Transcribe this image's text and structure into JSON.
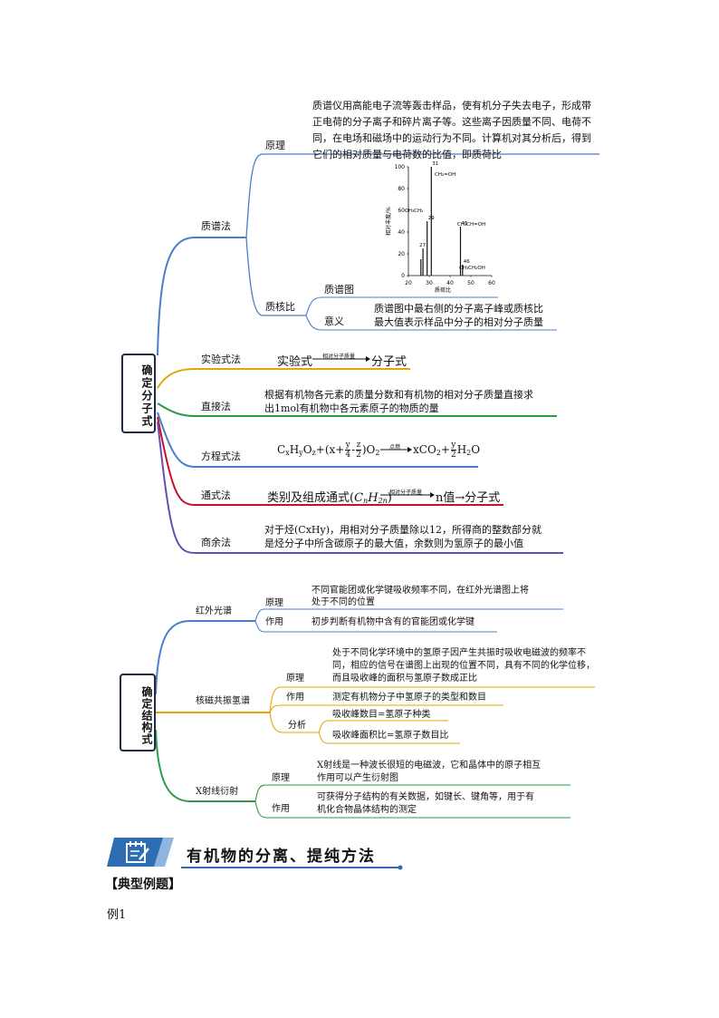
{
  "colors": {
    "blue": "#4a7fc8",
    "gold": "#e0a800",
    "green": "#2e9a46",
    "red": "#c8102e",
    "purple": "#6a4db0",
    "navy": "#1f2a44",
    "banner_blue": "#2d6db4"
  },
  "map1": {
    "root": "确定分子式",
    "branches": {
      "mass_spec": {
        "label": "质谱法",
        "principle_label": "原理",
        "principle_text": "质谱仪用高能电子流等轰击样品，使有机分子失去电子，形成带正电荷的分子离子和碎片离子等。这些离子因质量不同、电荷不同，在电场和磁场中的运动行为不同。计算机对其分析后，得到它们的相对质量与电荷数的比值，即质荷比",
        "ratio_label": "质核比",
        "spectrum_label": "质谱图",
        "meaning_label": "意义",
        "meaning_text_1": "质谱图中最右侧的分子离子峰或质核比",
        "meaning_text_2": "最大值表示样品中分子的相对分子质量"
      },
      "experimental": {
        "label": "实验式法",
        "left": "实验式",
        "arrow_label": "相对分子质量",
        "right": "分子式"
      },
      "direct": {
        "label": "直接法",
        "text_1": "根据有机物各元素的质量分数和有机物的相对分子质量直接求",
        "text_2": "出1mol有机物中各元素原子的物质的量"
      },
      "equation": {
        "label": "方程式法",
        "arrow_label": "点燃"
      },
      "general": {
        "label": "通式法",
        "left": "类别及组成通式",
        "arrow_label": "相对分子质量",
        "right": "n值→分子式"
      },
      "remainder": {
        "label": "商余法",
        "text_1": "对于烃(CxHy)，用相对分子质量除以12，所得商的整数部分就",
        "text_2": "是烃分子中所含碳原子的最大值，余数则为氢原子的最小值"
      }
    }
  },
  "chart_data": {
    "type": "bar",
    "title": "",
    "xlabel": "质荷比",
    "ylabel": "相对丰度/%",
    "xlim": [
      20,
      60
    ],
    "ylim": [
      0,
      100
    ],
    "x_ticks": [
      20,
      30,
      40,
      50,
      60
    ],
    "y_ticks": [
      0,
      20,
      40,
      60,
      80,
      100
    ],
    "peaks": [
      {
        "x": 26,
        "y": 15
      },
      {
        "x": 27,
        "y": 25
      },
      {
        "x": 29,
        "y": 50
      },
      {
        "x": 31,
        "y": 100
      },
      {
        "x": 45,
        "y": 45
      },
      {
        "x": 46,
        "y": 10
      }
    ],
    "peak_labels": [
      "27",
      "29",
      "31",
      "45",
      "46"
    ],
    "annotations": [
      "CH₂=OH",
      "CH₃CH₂",
      "CH₃CH=OH",
      "CH₃CH₂OH"
    ]
  },
  "map2": {
    "root": "确定结构式",
    "ir": {
      "label": "红外光谱",
      "principle_label": "原理",
      "principle_text_1": "不同官能团或化学键吸收频率不同，在红外光谱图上将",
      "principle_text_2": "处于不同的位置",
      "use_label": "作用",
      "use_text": "初步判断有机物中含有的官能团或化学键"
    },
    "nmr": {
      "label": "核磁共振氢谱",
      "principle_label": "原理",
      "principle_text": "处于不同化学环境中的氢原子因产生共振时吸收电磁波的频率不同，相应的信号在谱图上出现的位置不同，具有不同的化学位移，而且吸收峰的面积与氢原子数成正比",
      "use_label": "作用",
      "use_text": "测定有机物分子中氢原子的类型和数目",
      "analysis_label": "分析",
      "analysis_1": "吸收峰数目=氢原子种类",
      "analysis_2": "吸收峰面积比=氢原子数目比"
    },
    "xray": {
      "label": "X射线衍射",
      "principle_label": "原理",
      "principle_text_1": "X射线是一种波长很短的电磁波，它和晶体中的原子相互",
      "principle_text_2": "作用可以产生衍射图",
      "use_label": "作用",
      "use_text_1": "可获得分子结构的有关数据，如键长、键角等，用于有",
      "use_text_2": "机化合物晶体结构的测定"
    }
  },
  "section": {
    "title": "有机物的分离、提纯方法",
    "subheading": "【典型例题】",
    "example": "例1"
  }
}
